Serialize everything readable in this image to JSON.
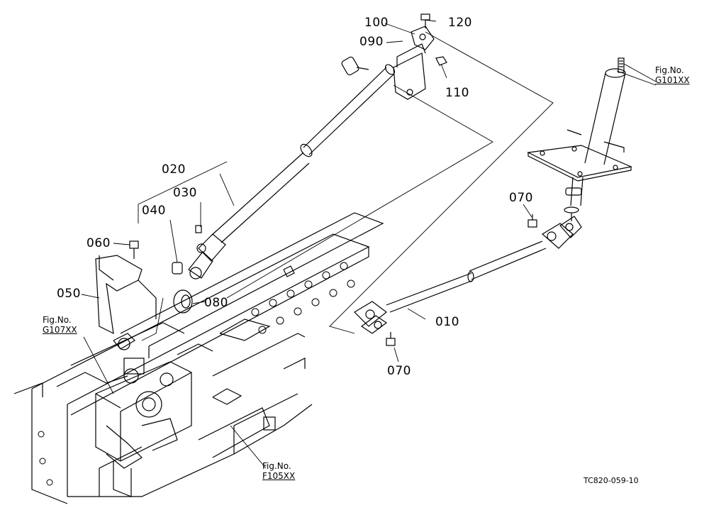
{
  "callouts": {
    "c010": "010",
    "c020": "020",
    "c030": "030",
    "c040": "040",
    "c050": "050",
    "c060": "060",
    "c070a": "070",
    "c070b": "070",
    "c080": "080",
    "c090": "090",
    "c100": "100",
    "c110": "110",
    "c120": "120"
  },
  "figure_refs": {
    "g101": {
      "label": "Fig.No.",
      "code": "G101XX"
    },
    "g107": {
      "label": "Fig.No.",
      "code": "G107XX"
    },
    "f105": {
      "label": "Fig.No.",
      "code": "F105XX"
    }
  },
  "drawing_number": "TC820-059-10"
}
